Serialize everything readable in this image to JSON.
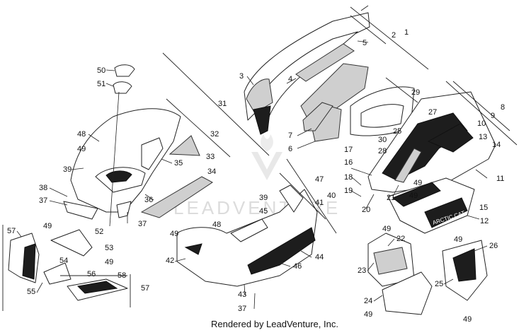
{
  "callouts": [
    "1",
    "2",
    "3",
    "4",
    "5",
    "6",
    "7",
    "8",
    "9",
    "10",
    "11",
    "12",
    "13",
    "14",
    "15",
    "16",
    "17",
    "18",
    "19",
    "20",
    "21",
    "22",
    "23",
    "24",
    "25",
    "25",
    "26",
    "27",
    "28",
    "29",
    "30",
    "31",
    "32",
    "33",
    "34",
    "35",
    "36",
    "37",
    "37",
    "37",
    "38",
    "39",
    "39",
    "40",
    "41",
    "42",
    "43",
    "44",
    "45",
    "46",
    "47",
    "48",
    "48",
    "49",
    "49",
    "49",
    "49",
    "49",
    "49",
    "49",
    "49",
    "49",
    "49",
    "50",
    "51",
    "52",
    "53",
    "54",
    "55",
    "56",
    "57",
    "57",
    "58"
  ],
  "decal_text": "ARCTIC CAT",
  "watermark": "LEADVENTURE",
  "caption": "Rendered by LeadVenture, Inc."
}
